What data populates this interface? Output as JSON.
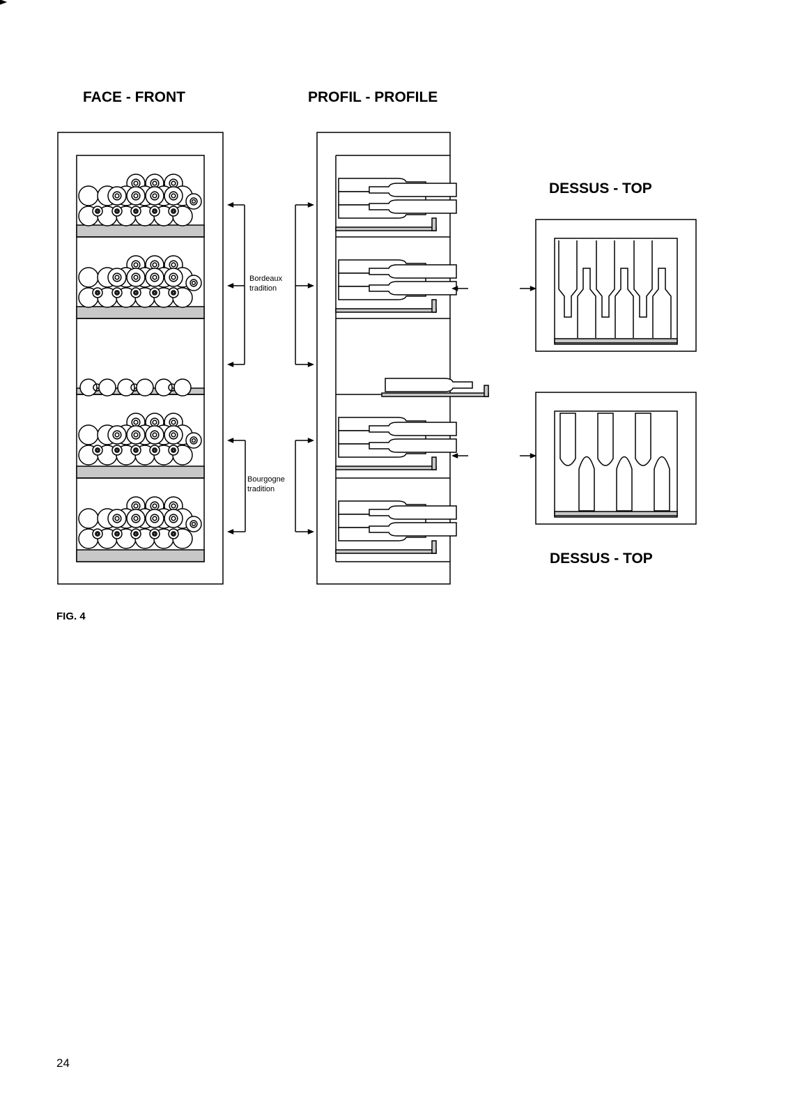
{
  "headings": {
    "front": "FACE - FRONT",
    "profile": "PROFIL - PROFILE",
    "top_upper": "DESSUS - TOP",
    "top_lower": "DESSUS - TOP"
  },
  "notes": {
    "bordeaux_line1": "Bordeaux",
    "bordeaux_line2": "tradition",
    "bourgogne_line1": "Bourgogne",
    "bourgogne_line2": "tradition"
  },
  "figure_label": "FIG. 4",
  "page_number": "24",
  "colors": {
    "line": "#000000",
    "shelf": "#c8c8c8",
    "background": "#ffffff"
  }
}
